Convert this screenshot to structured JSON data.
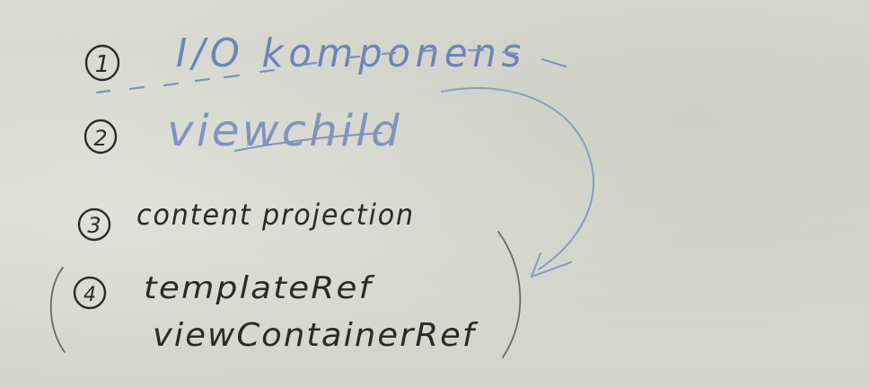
{
  "whiteboard": {
    "items": [
      {
        "number": "1",
        "text": "I/O komponens",
        "ink": "#6f84b4"
      },
      {
        "number": "2",
        "text": "viewchild",
        "ink": "#8094bd"
      },
      {
        "number": "3",
        "text": "content projection",
        "ink": "#2a2a2a"
      },
      {
        "number": "4",
        "text": "templateRef",
        "ink": "#2a2a2a"
      }
    ],
    "item4_second_line": "viewContainerRef",
    "colors": {
      "blue_marker": "#7f92bb",
      "black_marker": "#2b2b2b",
      "board": "#d8dad1"
    }
  }
}
